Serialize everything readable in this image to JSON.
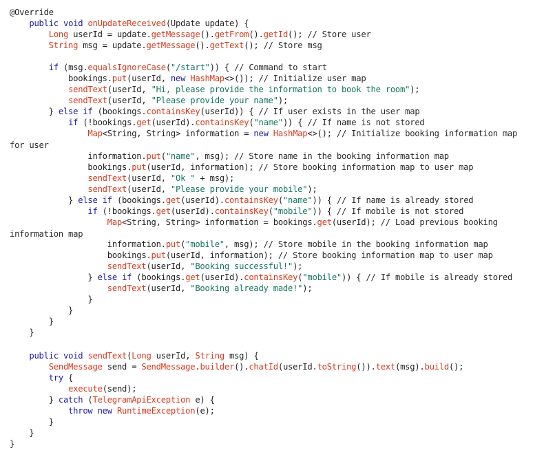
{
  "editor": {
    "language": "java",
    "lines": [
      [
        {
          "k": "pl",
          "t": "@Override"
        }
      ],
      [
        {
          "k": "pl",
          "t": "    "
        },
        {
          "k": "kw",
          "t": "public"
        },
        {
          "k": "pl",
          "t": " "
        },
        {
          "k": "kw",
          "t": "void"
        },
        {
          "k": "pl",
          "t": " "
        },
        {
          "k": "fn",
          "t": "onUpdateReceived"
        },
        {
          "k": "pl",
          "t": "(Update update) {"
        }
      ],
      [
        {
          "k": "pl",
          "t": "        "
        },
        {
          "k": "type",
          "t": "Long"
        },
        {
          "k": "pl",
          "t": " userId = update."
        },
        {
          "k": "fn",
          "t": "getMessage"
        },
        {
          "k": "pl",
          "t": "()."
        },
        {
          "k": "fn",
          "t": "getFrom"
        },
        {
          "k": "pl",
          "t": "()."
        },
        {
          "k": "fn",
          "t": "getId"
        },
        {
          "k": "pl",
          "t": "(); "
        },
        {
          "k": "cm",
          "t": "// Store user"
        }
      ],
      [
        {
          "k": "pl",
          "t": "        "
        },
        {
          "k": "type",
          "t": "String"
        },
        {
          "k": "pl",
          "t": " msg = update."
        },
        {
          "k": "fn",
          "t": "getMessage"
        },
        {
          "k": "pl",
          "t": "()."
        },
        {
          "k": "fn",
          "t": "getText"
        },
        {
          "k": "pl",
          "t": "(); "
        },
        {
          "k": "cm",
          "t": "// Store msg"
        }
      ],
      [],
      [
        {
          "k": "pl",
          "t": "        "
        },
        {
          "k": "kw",
          "t": "if"
        },
        {
          "k": "pl",
          "t": " (msg."
        },
        {
          "k": "fn",
          "t": "equalsIgnoreCase"
        },
        {
          "k": "pl",
          "t": "("
        },
        {
          "k": "str",
          "t": "\"/start\""
        },
        {
          "k": "pl",
          "t": ")) { "
        },
        {
          "k": "cm",
          "t": "// Command to start"
        }
      ],
      [
        {
          "k": "pl",
          "t": "            bookings."
        },
        {
          "k": "fn",
          "t": "put"
        },
        {
          "k": "pl",
          "t": "(userId, "
        },
        {
          "k": "kw",
          "t": "new"
        },
        {
          "k": "pl",
          "t": " "
        },
        {
          "k": "type",
          "t": "HashMap"
        },
        {
          "k": "pl",
          "t": "<>()); "
        },
        {
          "k": "cm",
          "t": "// Initialize user map"
        }
      ],
      [
        {
          "k": "pl",
          "t": "            "
        },
        {
          "k": "fn",
          "t": "sendText"
        },
        {
          "k": "pl",
          "t": "(userId, "
        },
        {
          "k": "str",
          "t": "\"Hi, please provide the information to book the room\""
        },
        {
          "k": "pl",
          "t": ");"
        }
      ],
      [
        {
          "k": "pl",
          "t": "            "
        },
        {
          "k": "fn",
          "t": "sendText"
        },
        {
          "k": "pl",
          "t": "(userId, "
        },
        {
          "k": "str",
          "t": "\"Please provide your name\""
        },
        {
          "k": "pl",
          "t": ");"
        }
      ],
      [
        {
          "k": "pl",
          "t": "        } "
        },
        {
          "k": "kw",
          "t": "else"
        },
        {
          "k": "pl",
          "t": " "
        },
        {
          "k": "kw",
          "t": "if"
        },
        {
          "k": "pl",
          "t": " (bookings."
        },
        {
          "k": "fn",
          "t": "containsKey"
        },
        {
          "k": "pl",
          "t": "(userId)) { "
        },
        {
          "k": "cm",
          "t": "// If user exists in the user map"
        }
      ],
      [
        {
          "k": "pl",
          "t": "            "
        },
        {
          "k": "kw",
          "t": "if"
        },
        {
          "k": "pl",
          "t": " (!bookings."
        },
        {
          "k": "fn",
          "t": "get"
        },
        {
          "k": "pl",
          "t": "(userId)."
        },
        {
          "k": "fn",
          "t": "containsKey"
        },
        {
          "k": "pl",
          "t": "("
        },
        {
          "k": "str",
          "t": "\"name\""
        },
        {
          "k": "pl",
          "t": ")) { "
        },
        {
          "k": "cm",
          "t": "// If name is not stored"
        }
      ],
      [
        {
          "k": "pl",
          "t": "                "
        },
        {
          "k": "type",
          "t": "Map"
        },
        {
          "k": "pl",
          "t": "<String, String> information = "
        },
        {
          "k": "kw",
          "t": "new"
        },
        {
          "k": "pl",
          "t": " "
        },
        {
          "k": "type",
          "t": "HashMap"
        },
        {
          "k": "pl",
          "t": "<>(); "
        },
        {
          "k": "cm",
          "t": "// Initialize booking information map"
        }
      ],
      [
        {
          "k": "cm",
          "t": "for user"
        }
      ],
      [
        {
          "k": "pl",
          "t": "                information."
        },
        {
          "k": "fn",
          "t": "put"
        },
        {
          "k": "pl",
          "t": "("
        },
        {
          "k": "str",
          "t": "\"name\""
        },
        {
          "k": "pl",
          "t": ", msg); "
        },
        {
          "k": "cm",
          "t": "// Store name in the booking information map"
        }
      ],
      [
        {
          "k": "pl",
          "t": "                bookings."
        },
        {
          "k": "fn",
          "t": "put"
        },
        {
          "k": "pl",
          "t": "(userId, information); "
        },
        {
          "k": "cm",
          "t": "// Store booking information map to user map"
        }
      ],
      [
        {
          "k": "pl",
          "t": "                "
        },
        {
          "k": "fn",
          "t": "sendText"
        },
        {
          "k": "pl",
          "t": "(userId, "
        },
        {
          "k": "str",
          "t": "\"Ok \""
        },
        {
          "k": "pl",
          "t": " + msg);"
        }
      ],
      [
        {
          "k": "pl",
          "t": "                "
        },
        {
          "k": "fn",
          "t": "sendText"
        },
        {
          "k": "pl",
          "t": "(userId, "
        },
        {
          "k": "str",
          "t": "\"Please provide your mobile\""
        },
        {
          "k": "pl",
          "t": ");"
        }
      ],
      [
        {
          "k": "pl",
          "t": "            } "
        },
        {
          "k": "kw",
          "t": "else"
        },
        {
          "k": "pl",
          "t": " "
        },
        {
          "k": "kw",
          "t": "if"
        },
        {
          "k": "pl",
          "t": " (bookings."
        },
        {
          "k": "fn",
          "t": "get"
        },
        {
          "k": "pl",
          "t": "(userId)."
        },
        {
          "k": "fn",
          "t": "containsKey"
        },
        {
          "k": "pl",
          "t": "("
        },
        {
          "k": "str",
          "t": "\"name\""
        },
        {
          "k": "pl",
          "t": ")) { "
        },
        {
          "k": "cm",
          "t": "// If name is already stored"
        }
      ],
      [
        {
          "k": "pl",
          "t": "                "
        },
        {
          "k": "kw",
          "t": "if"
        },
        {
          "k": "pl",
          "t": " (!bookings."
        },
        {
          "k": "fn",
          "t": "get"
        },
        {
          "k": "pl",
          "t": "(userId)."
        },
        {
          "k": "fn",
          "t": "containsKey"
        },
        {
          "k": "pl",
          "t": "("
        },
        {
          "k": "str",
          "t": "\"mobile\""
        },
        {
          "k": "pl",
          "t": ")) { "
        },
        {
          "k": "cm",
          "t": "// If mobile is not stored"
        }
      ],
      [
        {
          "k": "pl",
          "t": "                    "
        },
        {
          "k": "type",
          "t": "Map"
        },
        {
          "k": "pl",
          "t": "<String, String> information = bookings."
        },
        {
          "k": "fn",
          "t": "get"
        },
        {
          "k": "pl",
          "t": "(userId); "
        },
        {
          "k": "cm",
          "t": "// Load previous booking"
        }
      ],
      [
        {
          "k": "cm",
          "t": "information map"
        }
      ],
      [
        {
          "k": "pl",
          "t": "                    information."
        },
        {
          "k": "fn",
          "t": "put"
        },
        {
          "k": "pl",
          "t": "("
        },
        {
          "k": "str",
          "t": "\"mobile\""
        },
        {
          "k": "pl",
          "t": ", msg); "
        },
        {
          "k": "cm",
          "t": "// Store mobile in the booking information map"
        }
      ],
      [
        {
          "k": "pl",
          "t": "                    bookings."
        },
        {
          "k": "fn",
          "t": "put"
        },
        {
          "k": "pl",
          "t": "(userId, information); "
        },
        {
          "k": "cm",
          "t": "// Store booking information map to user map"
        }
      ],
      [
        {
          "k": "pl",
          "t": "                    "
        },
        {
          "k": "fn",
          "t": "sendText"
        },
        {
          "k": "pl",
          "t": "(userId, "
        },
        {
          "k": "str",
          "t": "\"Booking successful!\""
        },
        {
          "k": "pl",
          "t": ");"
        }
      ],
      [
        {
          "k": "pl",
          "t": "                } "
        },
        {
          "k": "kw",
          "t": "else"
        },
        {
          "k": "pl",
          "t": " "
        },
        {
          "k": "kw",
          "t": "if"
        },
        {
          "k": "pl",
          "t": " (bookings."
        },
        {
          "k": "fn",
          "t": "get"
        },
        {
          "k": "pl",
          "t": "(userId)."
        },
        {
          "k": "fn",
          "t": "containsKey"
        },
        {
          "k": "pl",
          "t": "("
        },
        {
          "k": "str",
          "t": "\"mobile\""
        },
        {
          "k": "pl",
          "t": ")) { "
        },
        {
          "k": "cm",
          "t": "// If mobile is already stored"
        }
      ],
      [
        {
          "k": "pl",
          "t": "                    "
        },
        {
          "k": "fn",
          "t": "sendText"
        },
        {
          "k": "pl",
          "t": "(userId, "
        },
        {
          "k": "str",
          "t": "\"Booking already made!\""
        },
        {
          "k": "pl",
          "t": ");"
        }
      ],
      [
        {
          "k": "pl",
          "t": "                }"
        }
      ],
      [
        {
          "k": "pl",
          "t": "            }"
        }
      ],
      [
        {
          "k": "pl",
          "t": "        }"
        }
      ],
      [
        {
          "k": "pl",
          "t": "    }"
        }
      ],
      [],
      [
        {
          "k": "pl",
          "t": "    "
        },
        {
          "k": "kw",
          "t": "public"
        },
        {
          "k": "pl",
          "t": " "
        },
        {
          "k": "kw",
          "t": "void"
        },
        {
          "k": "pl",
          "t": " "
        },
        {
          "k": "fn",
          "t": "sendText"
        },
        {
          "k": "pl",
          "t": "("
        },
        {
          "k": "type",
          "t": "Long"
        },
        {
          "k": "pl",
          "t": " userId, "
        },
        {
          "k": "type",
          "t": "String"
        },
        {
          "k": "pl",
          "t": " msg) {"
        }
      ],
      [
        {
          "k": "pl",
          "t": "        "
        },
        {
          "k": "type",
          "t": "SendMessage"
        },
        {
          "k": "pl",
          "t": " send = "
        },
        {
          "k": "type",
          "t": "SendMessage"
        },
        {
          "k": "pl",
          "t": "."
        },
        {
          "k": "fn",
          "t": "builder"
        },
        {
          "k": "pl",
          "t": "()."
        },
        {
          "k": "fn",
          "t": "chatId"
        },
        {
          "k": "pl",
          "t": "(userId."
        },
        {
          "k": "fn",
          "t": "toString"
        },
        {
          "k": "pl",
          "t": "())."
        },
        {
          "k": "fn",
          "t": "text"
        },
        {
          "k": "pl",
          "t": "(msg)."
        },
        {
          "k": "fn",
          "t": "build"
        },
        {
          "k": "pl",
          "t": "();"
        }
      ],
      [
        {
          "k": "pl",
          "t": "        "
        },
        {
          "k": "kw",
          "t": "try"
        },
        {
          "k": "pl",
          "t": " {"
        }
      ],
      [
        {
          "k": "pl",
          "t": "            "
        },
        {
          "k": "fn",
          "t": "execute"
        },
        {
          "k": "pl",
          "t": "(send);"
        }
      ],
      [
        {
          "k": "pl",
          "t": "        } "
        },
        {
          "k": "kw",
          "t": "catch"
        },
        {
          "k": "pl",
          "t": " ("
        },
        {
          "k": "type",
          "t": "TelegramApiException"
        },
        {
          "k": "pl",
          "t": " e) {"
        }
      ],
      [
        {
          "k": "pl",
          "t": "            "
        },
        {
          "k": "kw",
          "t": "throw"
        },
        {
          "k": "pl",
          "t": " "
        },
        {
          "k": "kw",
          "t": "new"
        },
        {
          "k": "pl",
          "t": " "
        },
        {
          "k": "type",
          "t": "RuntimeException"
        },
        {
          "k": "pl",
          "t": "(e);"
        }
      ],
      [
        {
          "k": "pl",
          "t": "        }"
        }
      ],
      [
        {
          "k": "pl",
          "t": "    }"
        }
      ],
      [
        {
          "k": "pl",
          "t": "}"
        }
      ]
    ]
  }
}
